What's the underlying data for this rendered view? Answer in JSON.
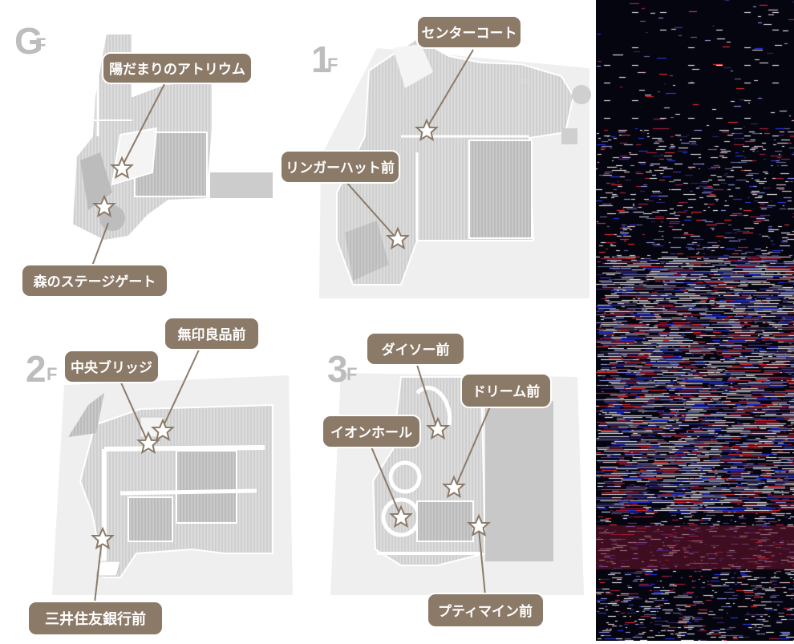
{
  "colors": {
    "background": "#ffffff",
    "floor_base": "#ececec",
    "map_fill": "#dddddd",
    "map_block": "#c8c8c8",
    "map_dark_block": "#b8b8b8",
    "map_outline": "#ffffff",
    "callout_fill": "#8c7a68",
    "callout_border": "#ffffff",
    "callout_text": "#ffffff",
    "leader_line": "#8c7a68",
    "star_stroke": "#8c7a68",
    "floor_label": "#bdbdbd",
    "noise_background": "#050510"
  },
  "floors": [
    {
      "id": "gf",
      "number": "G",
      "suffix": "F",
      "spots": [
        {
          "label": "陽だまりのアトリウム",
          "icon": "star-icon"
        },
        {
          "label": "森のステージゲート",
          "icon": "star-icon"
        }
      ]
    },
    {
      "id": "1f",
      "number": "1",
      "suffix": "F",
      "spots": [
        {
          "label": "センターコート",
          "icon": "star-icon"
        },
        {
          "label": "リンガーハット前",
          "icon": "star-icon"
        }
      ]
    },
    {
      "id": "2f",
      "number": "2",
      "suffix": "F",
      "spots": [
        {
          "label": "中央ブリッジ",
          "icon": "star-icon"
        },
        {
          "label": "無印良品前",
          "icon": "star-icon"
        },
        {
          "label": "三井住友銀行前",
          "icon": "star-icon"
        }
      ]
    },
    {
      "id": "3f",
      "number": "3",
      "suffix": "F",
      "spots": [
        {
          "label": "ダイソー前",
          "icon": "star-icon"
        },
        {
          "label": "ドリーム前",
          "icon": "star-icon"
        },
        {
          "label": "イオンホール",
          "icon": "star-icon"
        },
        {
          "label": "プティマイン前",
          "icon": "star-icon"
        }
      ]
    }
  ]
}
